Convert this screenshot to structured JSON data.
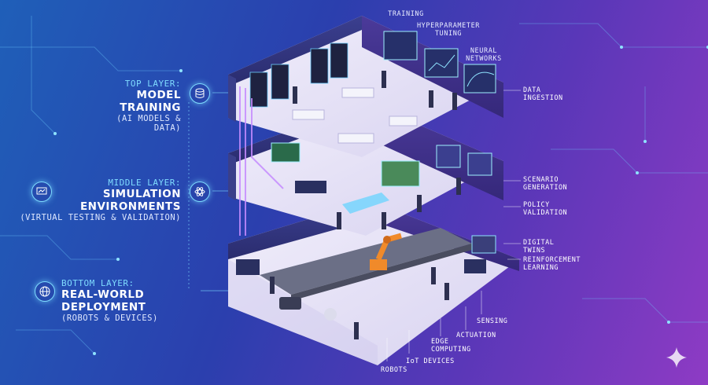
{
  "layers": {
    "top": {
      "tag": "TOP LAYER:",
      "title": "MODEL TRAINING",
      "subtitle": "(AI MODELS & DATA)",
      "icon": "database-icon"
    },
    "middle": {
      "tag": "MIDDLE LAYER:",
      "title": "SIMULATION ENVIRONMENTS",
      "subtitle": "(VIRTUAL TESTING & VALIDATION)",
      "icon": "monitor-chart-icon"
    },
    "bottom": {
      "tag": "BOTTOM LAYER:",
      "title": "REAL-WORLD DEPLOYMENT",
      "subtitle": "(ROBOTS & DEVICES)",
      "icon": "globe-icon"
    }
  },
  "top_captions": {
    "training": "TRAINING",
    "hyperparameter": "HYPERPARAMETER TUNING",
    "neural": "NEURAL NETWORKS"
  },
  "callouts": {
    "data_ingestion": "DATA INGESTION",
    "scenario_generation": "SCENARIO GENERATION",
    "policy_validation": "POLICY VALIDATION",
    "digital_twins": "DIGITAL TWINS",
    "reinforcement_learning": "REINFORCEMENT LEARNING",
    "sensing": "SENSING",
    "actuation": "ACTUATION",
    "edge_computing": "EDGE COMPUTING",
    "iot_devices": "IoT DEVICES",
    "robots": "ROBOTS"
  },
  "colors": {
    "accent": "#7fdcff",
    "floor": "#e9e6f7",
    "glow": "#c58bff"
  }
}
